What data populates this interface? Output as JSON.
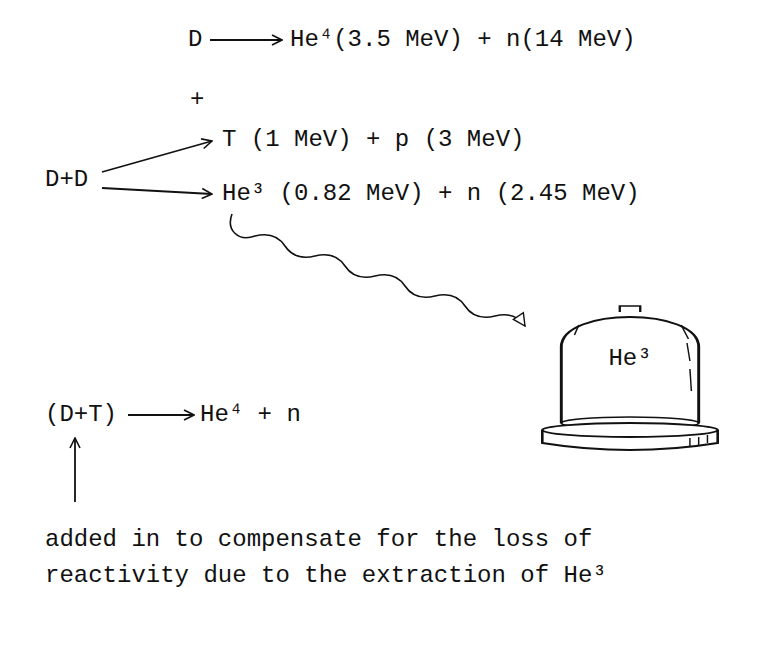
{
  "diagram": {
    "nodes": [
      {
        "text": [
          "He³"
        ]
      }
    ],
    "labels": [
      "D",
      "He⁴(3.5 MeV) + n(14 MeV)",
      "+",
      "D+D",
      "T (1 MeV) + p (3 MeV)",
      "He³ (0.82 MeV) + n (2.45 MeV)",
      "(D+T)",
      "He⁴ + n",
      "added in to compensate for the loss of reactivity due to the extraction of He³"
    ]
  }
}
